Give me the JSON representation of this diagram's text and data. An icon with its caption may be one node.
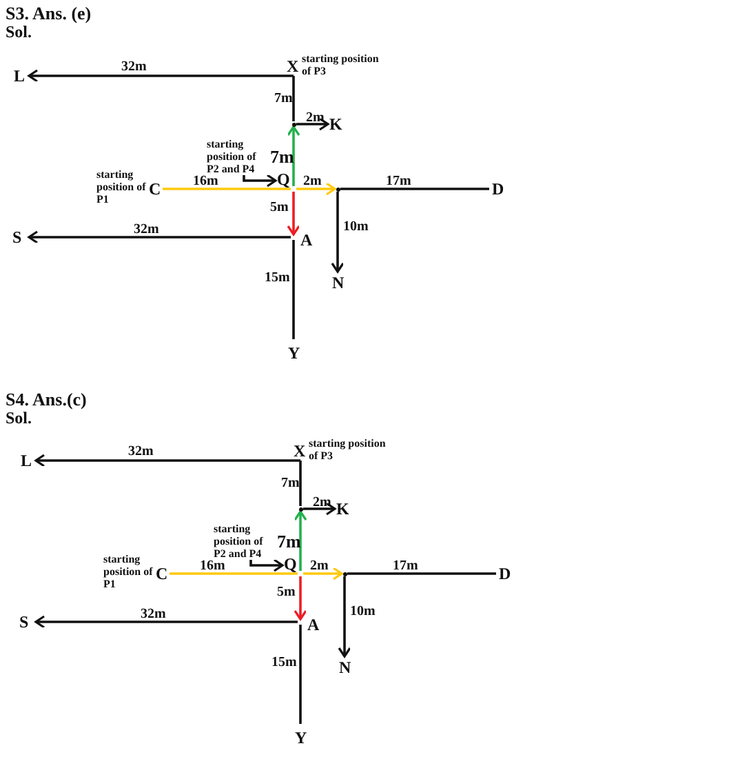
{
  "diagram": {
    "nodes": [
      {
        "text": [
          "X"
        ],
        "beside": [
          "starting position of P3"
        ]
      },
      {
        "text": [
          "L"
        ]
      },
      {
        "text": [],
        "shape": "point"
      },
      {
        "text": [
          "K"
        ]
      },
      {
        "text": [
          "starting position of P2 and P4"
        ]
      },
      {
        "text": [
          "C"
        ],
        "beside": [
          "starting position of P1"
        ]
      },
      {
        "text": [
          "Q"
        ]
      },
      {
        "text": [],
        "shape": "point"
      },
      {
        "text": [
          "D"
        ]
      },
      {
        "text": [
          "S"
        ]
      },
      {
        "text": [
          "A"
        ]
      },
      {
        "text": [
          "N"
        ]
      },
      {
        "text": [
          "Y"
        ]
      },
      {
        "text": [
          "X"
        ],
        "beside": [
          "starting position of P3"
        ]
      },
      {
        "text": [
          "L"
        ]
      },
      {
        "text": [],
        "shape": "point"
      },
      {
        "text": [
          "K"
        ]
      },
      {
        "text": [
          "starting position of P2 and P4"
        ]
      },
      {
        "text": [
          "C"
        ],
        "beside": [
          "starting position of P1"
        ]
      },
      {
        "text": [
          "Q"
        ]
      },
      {
        "text": [],
        "shape": "point"
      },
      {
        "text": [
          "D"
        ]
      },
      {
        "text": [
          "S"
        ]
      },
      {
        "text": [
          "A"
        ]
      },
      {
        "text": [
          "N"
        ]
      },
      {
        "text": [
          "Y"
        ]
      }
    ],
    "edges": [
      {
        "from": 0,
        "to": 1,
        "arrow": "to",
        "label": "32m"
      },
      {
        "from": 0,
        "to": 2,
        "arrow": "none",
        "label": "7m"
      },
      {
        "from": 2,
        "to": 3,
        "arrow": "to",
        "label": "2m"
      },
      {
        "from": 6,
        "to": 2,
        "arrow": "to",
        "label": "7m",
        "color": "#22b14c"
      },
      {
        "from": 4,
        "to": 6,
        "arrow": "to"
      },
      {
        "from": 5,
        "to": 6,
        "arrow": "none",
        "label": "16m",
        "color": "#ffc90e"
      },
      {
        "from": 6,
        "to": 7,
        "arrow": "to",
        "label": "2m",
        "color": "#ffc90e"
      },
      {
        "from": 7,
        "to": 8,
        "arrow": "none",
        "label": "17m"
      },
      {
        "from": 6,
        "to": 10,
        "arrow": "to",
        "label": "5m",
        "color": "#ed1c24"
      },
      {
        "from": 10,
        "to": 9,
        "arrow": "to",
        "label": "32m"
      },
      {
        "from": 10,
        "to": 12,
        "arrow": "none",
        "label": "15m"
      },
      {
        "from": 7,
        "to": 11,
        "arrow": "to",
        "label": "10m"
      },
      {
        "from": 13,
        "to": 14,
        "arrow": "to",
        "label": "32m"
      },
      {
        "from": 13,
        "to": 15,
        "arrow": "none",
        "label": "7m"
      },
      {
        "from": 15,
        "to": 16,
        "arrow": "to",
        "label": "2m"
      },
      {
        "from": 19,
        "to": 15,
        "arrow": "to",
        "label": "7m",
        "color": "#22b14c"
      },
      {
        "from": 17,
        "to": 19,
        "arrow": "to"
      },
      {
        "from": 18,
        "to": 19,
        "arrow": "none",
        "label": "16m",
        "color": "#ffc90e"
      },
      {
        "from": 19,
        "to": 20,
        "arrow": "to",
        "label": "2m",
        "color": "#ffc90e"
      },
      {
        "from": 20,
        "to": 21,
        "arrow": "none",
        "label": "17m"
      },
      {
        "from": 19,
        "to": 23,
        "arrow": "to",
        "label": "5m",
        "color": "#ed1c24"
      },
      {
        "from": 23,
        "to": 22,
        "arrow": "to",
        "label": "32m"
      },
      {
        "from": 23,
        "to": 25,
        "arrow": "none",
        "label": "15m"
      },
      {
        "from": 20,
        "to": 24,
        "arrow": "to",
        "label": "10m"
      }
    ],
    "labels": [
      "S3. Ans. (e)",
      "Sol.",
      "S4. Ans.(c)",
      "Sol."
    ]
  }
}
